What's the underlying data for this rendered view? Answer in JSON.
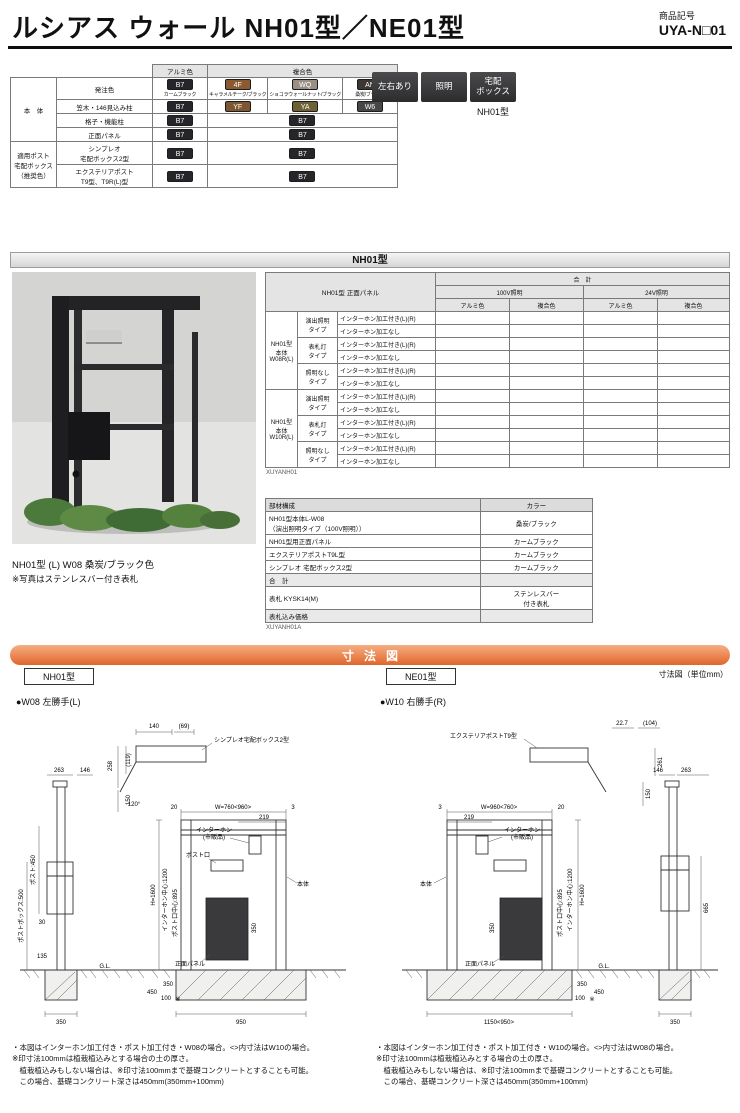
{
  "header": {
    "title": "ルシアス ウォール NH01型／NE01型",
    "product_code_label": "商品記号",
    "product_code": "UYA-N□01"
  },
  "feature_badges": {
    "items": [
      "左右あり",
      "照明",
      "宅配\nボックス"
    ],
    "model": "NH01型"
  },
  "color_table": {
    "alumi_header": "アルミ色",
    "fukugo_header": "複合色",
    "groups": {
      "body": "本　体",
      "post": "適用ポスト\n宅配ボックス\n（推奨色）"
    },
    "row_labels": [
      "発注色",
      "笠木・146見込み柱",
      "格子・機能柱",
      "正面パネル",
      "シンプレオ\n宅配ボックス2型",
      "エクステリアポスト\nT9型、T9R(L)型"
    ],
    "order_row_chips": [
      {
        "code": "B7",
        "caption": "カームブラック",
        "hex": "#26262a"
      },
      {
        "code": "4F",
        "caption": "キャラメルチーク/ブラック",
        "hex": "#8a5a30"
      },
      {
        "code": "WQ",
        "caption": "ショコラウォールナット/ブラック",
        "hex": "#9a8f85"
      },
      {
        "code": "AN",
        "caption": "桑炭/ブラック",
        "hex": "#3d3734"
      }
    ],
    "kasagi_row_chips": [
      {
        "code": "B7",
        "hex": "#26262a"
      },
      {
        "code": "YF",
        "hex": "#7d5732"
      },
      {
        "code": "YA",
        "hex": "#6e6136"
      },
      {
        "code": "W6",
        "hex": "#474747"
      }
    ],
    "b7_rows": [
      {
        "alumi": "B7",
        "fukugo": "B7"
      },
      {
        "alumi": "B7",
        "fukugo": "B7"
      },
      {
        "alumi": "B7",
        "fukugo": "B7"
      },
      {
        "alumi": "B7",
        "fukugo": "B7"
      }
    ]
  },
  "model_bar": "NH01型",
  "photo": {
    "caption1": "NH01型 (L) W08 桑炭/ブラック色",
    "caption2": "※写真はステンレスバー付き表札"
  },
  "price_table": {
    "corner": "NH01型 正面パネル",
    "total": "合　計",
    "v100": "100V照明",
    "v24": "24V照明",
    "alumi": "アルミ色",
    "fukugo": "複合色",
    "body1": "NH01型\n本体\nW08R(L)",
    "body2": "NH01型\n本体\nW10R(L)",
    "type1": "演出照明\nタイプ",
    "type2": "表札灯\nタイプ",
    "type3": "照明なし\nタイプ",
    "row_with": "インターホン加工付き(L)(R)",
    "row_without": "インターホン加工なし",
    "code": "XUYANH01"
  },
  "parts_table": {
    "header_parts": "部材構成",
    "header_color": "カラー",
    "rows": [
      {
        "part": "NH01型本体L-W08\n（演出照明タイプ（100V照明））",
        "color": "桑炭/ブラック"
      },
      {
        "part": "NH01型用正面パネル",
        "color": "カームブラック"
      },
      {
        "part": "エクステリアポストT9L型",
        "color": "カームブラック"
      },
      {
        "part": "シンプレオ 宅配ボックス2型",
        "color": "カームブラック"
      },
      {
        "part": "合　計",
        "color": ""
      },
      {
        "part": "表札 KYSK14(M)",
        "color": "ステンレスバー\n付き表札"
      },
      {
        "part": "表札込み価格",
        "color": ""
      }
    ],
    "code": "XUYANH01A"
  },
  "dimension_section": {
    "bar_title": "寸法図",
    "unit_note": "寸法図（単位mm）",
    "left": {
      "model": "NH01型",
      "variant": "●W08 左勝手(L)",
      "labels": {
        "box": "シンプレオ宅配ボックス2型",
        "d140": "140",
        "d69": "(69)",
        "d119": "(119)",
        "d258": "258",
        "d150": "150",
        "angle": "120°",
        "d20": "20",
        "w": "W=760<960>",
        "d3": "3",
        "d219": "219",
        "interhon1": "インターホン",
        "interhon2": "(市販品)",
        "postguchi": "ポスト口",
        "hontai": "本体",
        "h": "H=1600",
        "ihc": "インターホン中心:1200",
        "pgc": "ポスト口中心:895",
        "d350p": "350",
        "panel": "正面パネル",
        "gl": "G.L.",
        "d450": "450",
        "d350s": "350",
        "d100": "100",
        "kome": "※",
        "d950": "950",
        "d350f": "350",
        "sd263": "263",
        "sd146": "146",
        "post450": "ポスト:450",
        "sd30": "30",
        "postbox500": "ポストボックス:500",
        "sd135": "135"
      },
      "notes": [
        "・本図はインターホン加工付き・ポスト加工付き・W08の場合。<>内寸法はW10の場合。",
        "※印寸法100mmは植栽植込みとする場合の土の厚さ。",
        "　植栽植込みもしない場合は、※印寸法100mmまで基礎コンクリートとすることも可能。",
        "　この場合、基礎コンクリート深さは450mm(350mm+100mm)"
      ]
    },
    "right": {
      "model": "NE01型",
      "variant": "●W10 右勝手(R)",
      "labels": {
        "box": "エクステリアポストT9型",
        "d227": "22.7",
        "d104": "(104)",
        "d261": "261",
        "d150": "150",
        "d3": "3",
        "w": "W=960<760>",
        "d20": "20",
        "d219": "219",
        "interhon1": "インターホン",
        "interhon2": "(市販品)",
        "hontai": "本体",
        "h": "H=1600",
        "ihc": "インターホン中心:1200",
        "pgc": "ポスト口中心:895",
        "d350p": "350",
        "panel": "正面パネル",
        "gl": "G.L.",
        "d450": "450",
        "d350s": "350",
        "d100": "100",
        "kome": "※",
        "w_bottom": "1150<950>",
        "d350f": "350",
        "sd146": "146",
        "sd263": "263",
        "sd665": "665"
      },
      "notes": [
        "・本図はインターホン加工付き・ポスト加工付き・W10の場合。<>内寸法はW08の場合。",
        "※印寸法100mmは植栽植込みとする場合の土の厚さ。",
        "　植栽植込みもしない場合は、※印寸法100mmまで基礎コンクリートとすることも可能。",
        "　この場合、基礎コンクリート深さは450mm(350mm+100mm)"
      ]
    }
  },
  "colors": {
    "accent_orange": "#e0662c",
    "badge_dark": "#3b3b3d",
    "table_header_gray": "#e4e4e4"
  }
}
